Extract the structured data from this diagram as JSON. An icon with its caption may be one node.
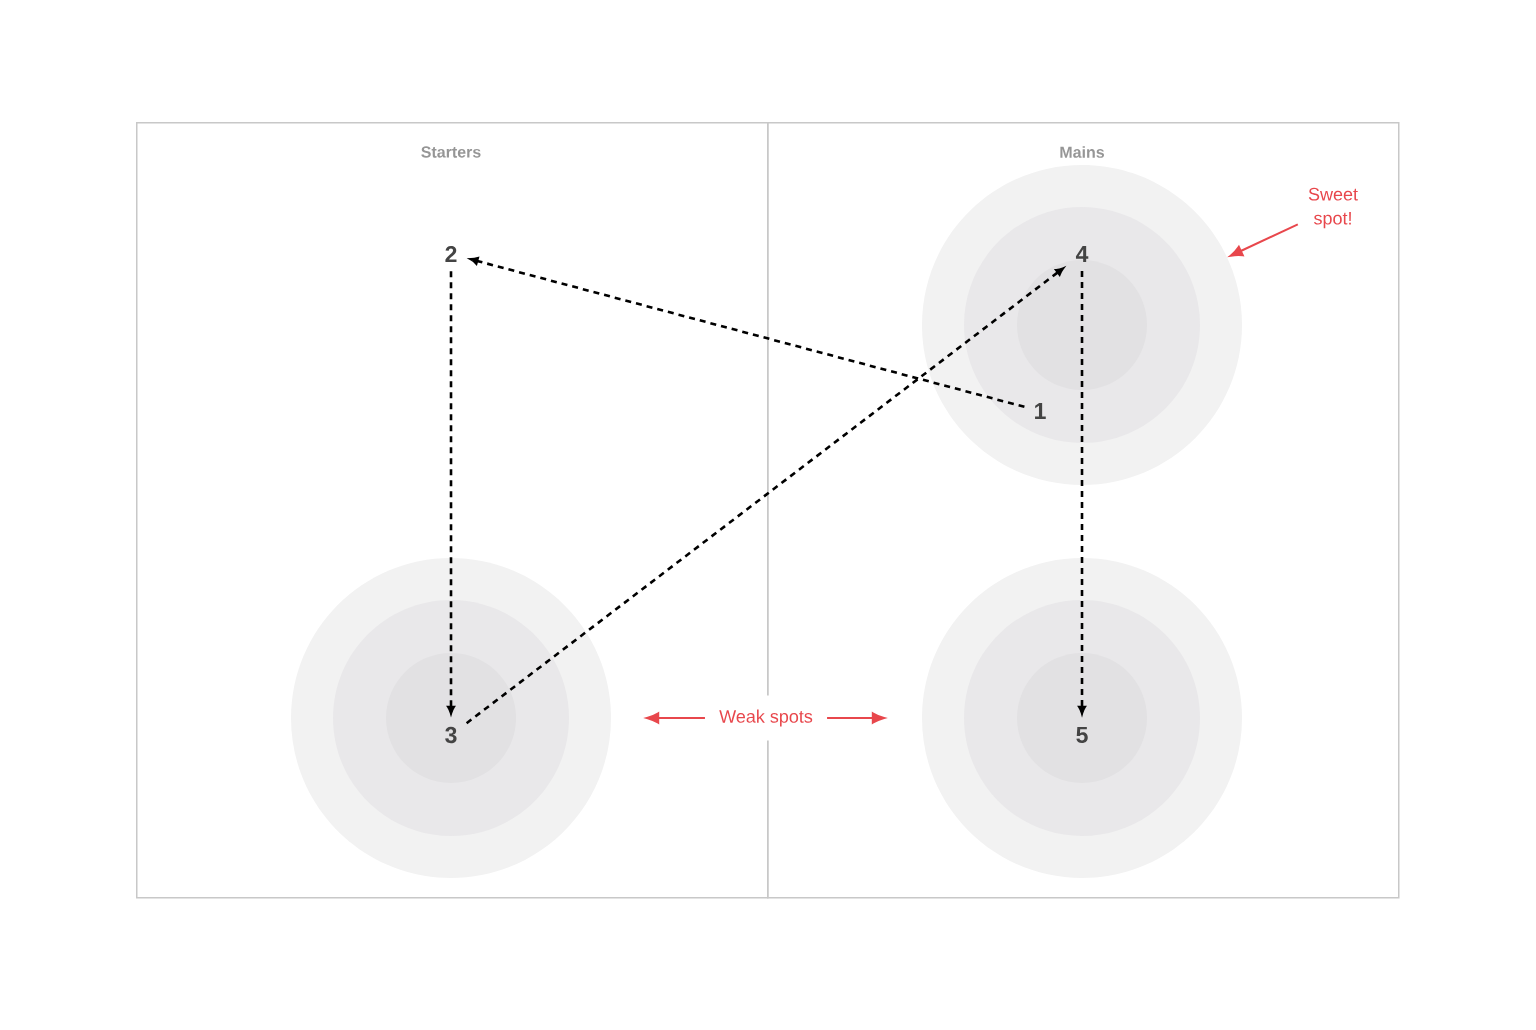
{
  "diagram": {
    "nodes": [
      {
        "text": [
          "Starters"
        ]
      },
      {
        "text": [
          "Mains"
        ]
      },
      {
        "text": [],
        "shape": "circle",
        "in": 1
      },
      {
        "text": [
          "4"
        ],
        "in": 2
      },
      {
        "text": [
          "1"
        ],
        "in": 2
      },
      {
        "text": [
          "2"
        ],
        "in": 0
      },
      {
        "text": [
          "Sweet spot!"
        ],
        "in": 1
      },
      {
        "text": [],
        "shape": "circle",
        "in": 0
      },
      {
        "text": [
          "3"
        ],
        "in": 7
      },
      {
        "text": [
          "Weak spots"
        ]
      },
      {
        "text": [],
        "shape": "circle",
        "in": 1
      },
      {
        "text": [
          "5"
        ],
        "in": 10
      }
    ],
    "edges": [
      {
        "from": 4,
        "to": 5,
        "arrow": "to",
        "style": "dashed"
      },
      {
        "from": 5,
        "to": 8,
        "arrow": "to",
        "style": "dashed"
      },
      {
        "from": 8,
        "to": 3,
        "arrow": "to",
        "style": "dashed"
      },
      {
        "from": 3,
        "to": 11,
        "arrow": "to",
        "style": "dashed"
      },
      {
        "from": 6,
        "to": 2,
        "arrow": "to",
        "color": "#e8474c"
      },
      {
        "from": 9,
        "to": 7,
        "arrow": "to",
        "color": "#e8474c"
      },
      {
        "from": 9,
        "to": 10,
        "arrow": "to",
        "color": "#e8474c"
      }
    ]
  }
}
